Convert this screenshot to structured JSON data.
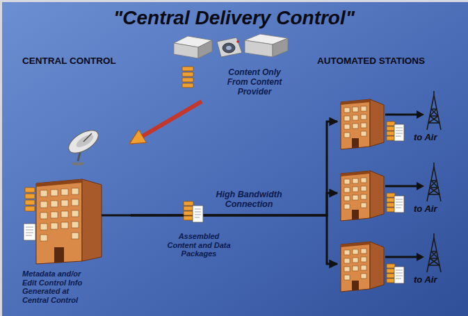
{
  "diagram": {
    "title": "\"Central Delivery Control\"",
    "nodes": [
      {
        "text": [
          "Content Only From Content Provider"
        ]
      },
      {
        "text": [
          "CENTRAL CONTROL",
          "Metadata and/or Edit Control Info Generated at Central Control"
        ]
      },
      {
        "text": [
          "to Air"
        ]
      },
      {
        "text": [
          "to Air"
        ]
      },
      {
        "text": [
          "to Air"
        ]
      }
    ],
    "edges": [
      {
        "from": 0,
        "to": 1,
        "arrow": "to"
      },
      {
        "from": 1,
        "to": 2,
        "arrow": "to"
      },
      {
        "from": 1,
        "to": 3,
        "arrow": "to"
      },
      {
        "from": 1,
        "to": 4,
        "arrow": "to"
      }
    ],
    "labels": [
      "AUTOMATED STATIONS",
      "High Bandwidth Connection",
      "Assembled Content and Data Packages"
    ]
  }
}
